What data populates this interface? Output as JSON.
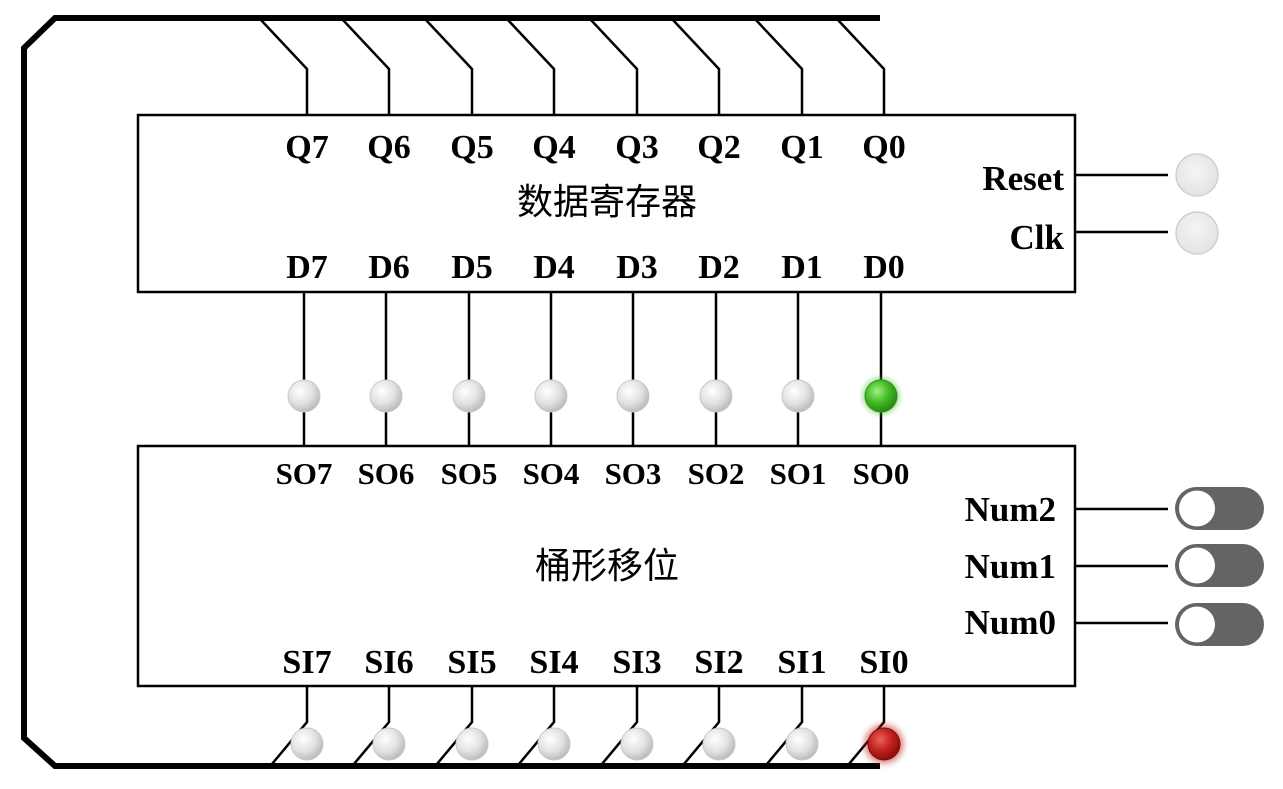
{
  "register": {
    "title": "数据寄存器",
    "q_labels": [
      "Q7",
      "Q6",
      "Q5",
      "Q4",
      "Q3",
      "Q2",
      "Q1",
      "Q0"
    ],
    "d_labels": [
      "D7",
      "D6",
      "D5",
      "D4",
      "D3",
      "D2",
      "D1",
      "D0"
    ],
    "reset_label": "Reset",
    "clk_label": "Clk"
  },
  "shifter": {
    "title": "桶形移位",
    "so_labels": [
      "SO7",
      "SO6",
      "SO5",
      "SO4",
      "SO3",
      "SO2",
      "SO1",
      "SO0"
    ],
    "si_labels": [
      "SI7",
      "SI6",
      "SI5",
      "SI4",
      "SI3",
      "SI2",
      "SI1",
      "SI0"
    ],
    "num2_label": "Num2",
    "num1_label": "Num1",
    "num0_label": "Num0"
  },
  "state": {
    "so_leds": [
      "off",
      "off",
      "off",
      "off",
      "off",
      "off",
      "off",
      "on"
    ],
    "si_leds": [
      "off",
      "off",
      "off",
      "off",
      "off",
      "off",
      "off",
      "active"
    ],
    "num_switches": {
      "num2": "off",
      "num1": "off",
      "num0": "off"
    },
    "reset_button": "off",
    "clk_button": "off"
  },
  "colors": {
    "led_off": "#e6e6e6",
    "led_on_green": "#4cc22c",
    "led_active_red": "#c0201c",
    "switch_track": "#646464",
    "switch_knob": "#ffffff",
    "button_idle": "#ececec",
    "wire": "#000000"
  }
}
